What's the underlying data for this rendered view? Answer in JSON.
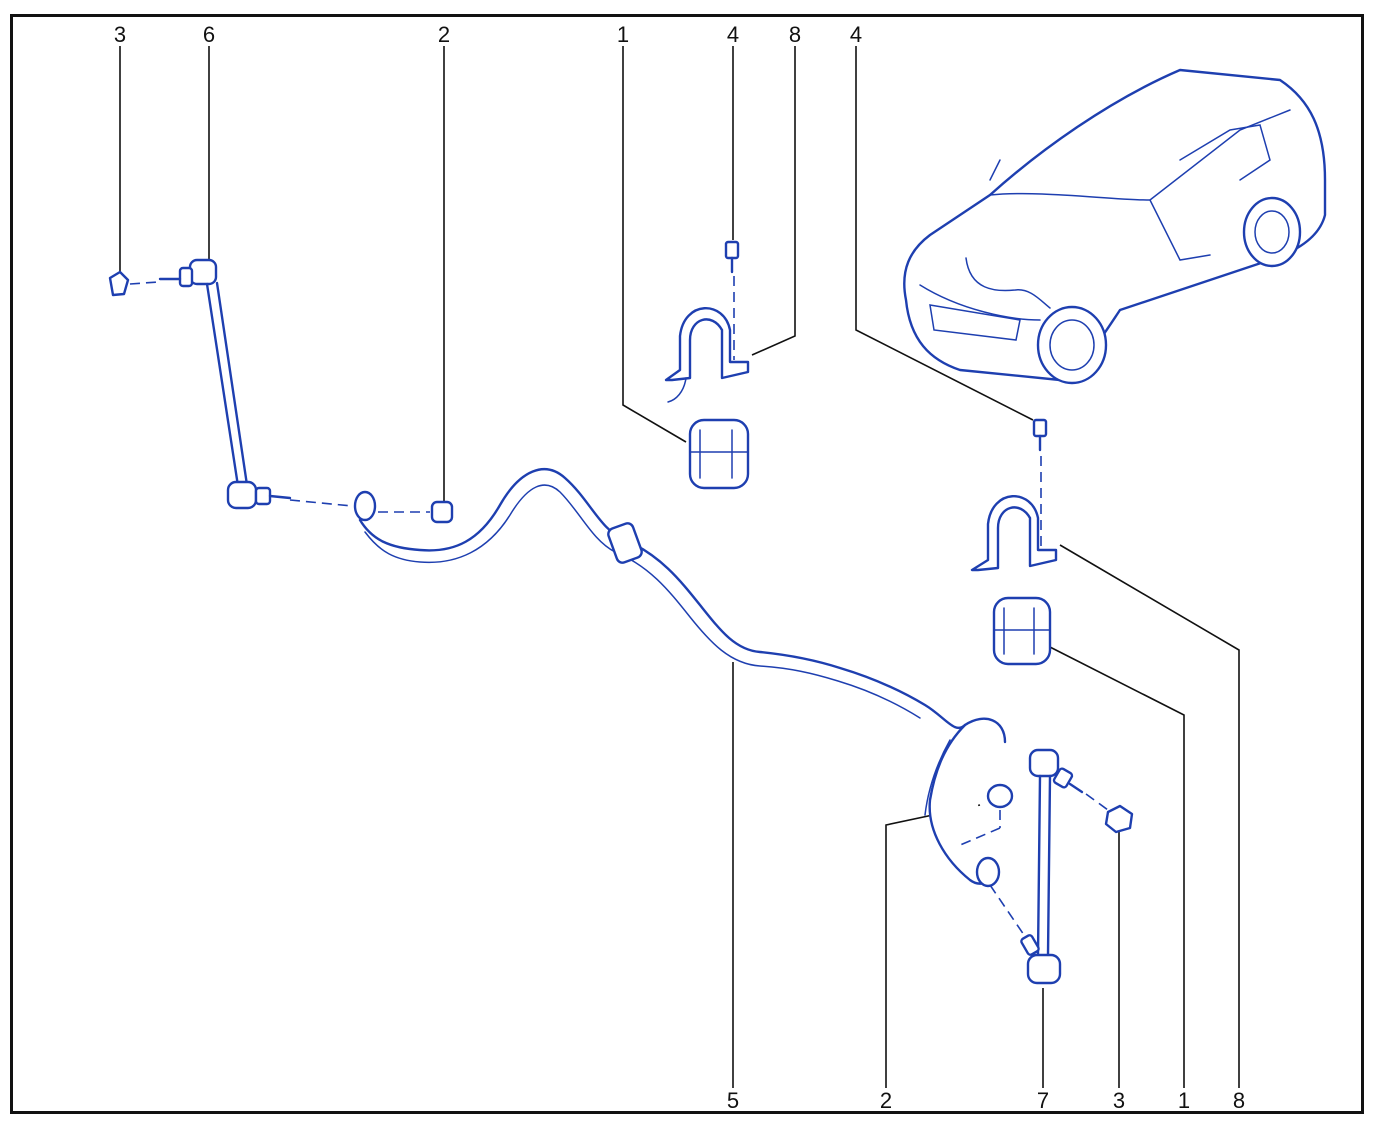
{
  "colors": {
    "line_art": "#1e3fb0",
    "leader": "#111111",
    "border": "#111111"
  },
  "callouts": [
    {
      "id": "top-3",
      "label": "3"
    },
    {
      "id": "top-6",
      "label": "6"
    },
    {
      "id": "top-2",
      "label": "2"
    },
    {
      "id": "top-1",
      "label": "1"
    },
    {
      "id": "top-4a",
      "label": "4"
    },
    {
      "id": "top-8",
      "label": "8"
    },
    {
      "id": "top-4b",
      "label": "4"
    },
    {
      "id": "bottom-5",
      "label": "5"
    },
    {
      "id": "bottom-2",
      "label": "2"
    },
    {
      "id": "bottom-7",
      "label": "7"
    },
    {
      "id": "bottom-3",
      "label": "3"
    },
    {
      "id": "bottom-1",
      "label": "1"
    },
    {
      "id": "bottom-8",
      "label": "8"
    }
  ]
}
